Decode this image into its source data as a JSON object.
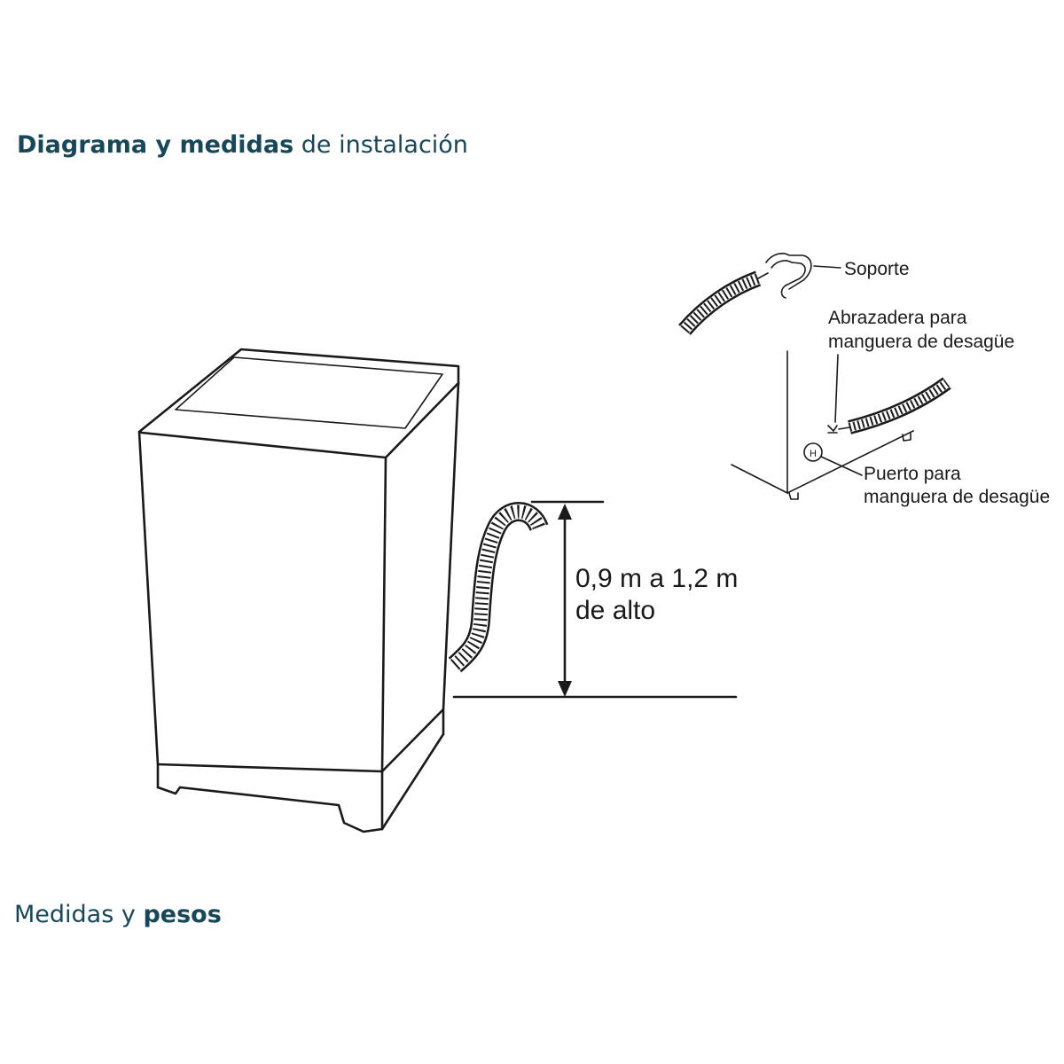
{
  "headings": {
    "install": {
      "bold": "Diagrama y medidas",
      "regular": "de instalación"
    },
    "sizes": {
      "regular": "Medidas y",
      "bold": "pesos"
    }
  },
  "labels": {
    "height_line1": "0,9 m a 1,2 m",
    "height_line2": "de alto",
    "support": "Soporte",
    "clamp_line1": "Abrazadera para",
    "clamp_line2": "manguera de desagüe",
    "port_line1": "Puerto para",
    "port_line2": "manguera de desagüe",
    "port_mark": "H"
  },
  "colors": {
    "heading": "#16485a",
    "line": "#1a1a1a",
    "background": "#ffffff"
  }
}
